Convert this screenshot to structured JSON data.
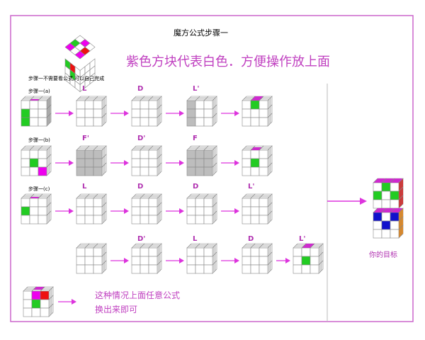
{
  "title": "魔方公式步骤一",
  "subtitle": "紫色方块代表白色．方便操作放上面",
  "note": "步骤一不需要看公式,可以自己完成",
  "rows": [
    {
      "label": "步骤一(a)",
      "moves": [
        "L",
        "D",
        "L'"
      ]
    },
    {
      "label": "步骤一(b)",
      "moves": [
        "F'",
        "D'",
        "F"
      ]
    },
    {
      "label": "步骤一(c)",
      "moves": [
        "L",
        "D",
        "D",
        "L'"
      ]
    },
    {
      "label": "",
      "moves": [
        "D'",
        "L",
        "D",
        "L'"
      ]
    }
  ],
  "target_label": "你的目标",
  "bottom_text": [
    "这种情况上面任意公式",
    "换出来即可"
  ],
  "colors": {
    "frame": "#cc66cc",
    "accent": "#b030b0",
    "arrow": "#dd33dd",
    "cube_gray": "#bdbdbd",
    "green": "#22cc22",
    "magenta": "#ee00ee",
    "red": "#ee1111",
    "blue": "#1111cc",
    "orange": "#ff8800"
  }
}
